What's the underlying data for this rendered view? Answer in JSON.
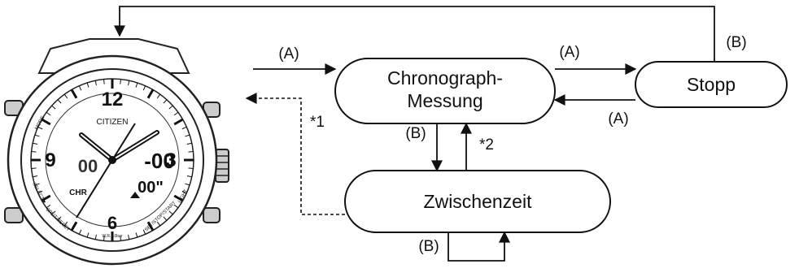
{
  "diagram": {
    "nodes": {
      "measure": {
        "line1": "Chronograph-",
        "line2": "Messung"
      },
      "stop": {
        "label": "Stopp"
      },
      "split": {
        "label": "Zwischenzeit"
      }
    },
    "edges": {
      "entry_label": "(A)",
      "measure_to_stop": "(A)",
      "stop_to_measure": "(A)",
      "stop_to_watch": "(B)",
      "measure_to_split": "(B)",
      "split_to_measure_note": "*2",
      "split_self": "(B)",
      "exit_note": "*1"
    }
  },
  "watch": {
    "brand": "CITIZEN",
    "mode_label": "CHR",
    "digital_main": "-00",
    "digital_sub": "00\"",
    "digital_left": "00",
    "hour_12": "12",
    "hour_3": "3",
    "hour_6": "6",
    "hour_9": "9",
    "ring_mode": "MODE",
    "ring_select": "SELECT▼",
    "ring_split": "SPLIT/RESET",
    "ring_start": "SET/STOP/START",
    "ring_light": "LIGHT",
    "ring_wr": "W.R. 10bar"
  }
}
